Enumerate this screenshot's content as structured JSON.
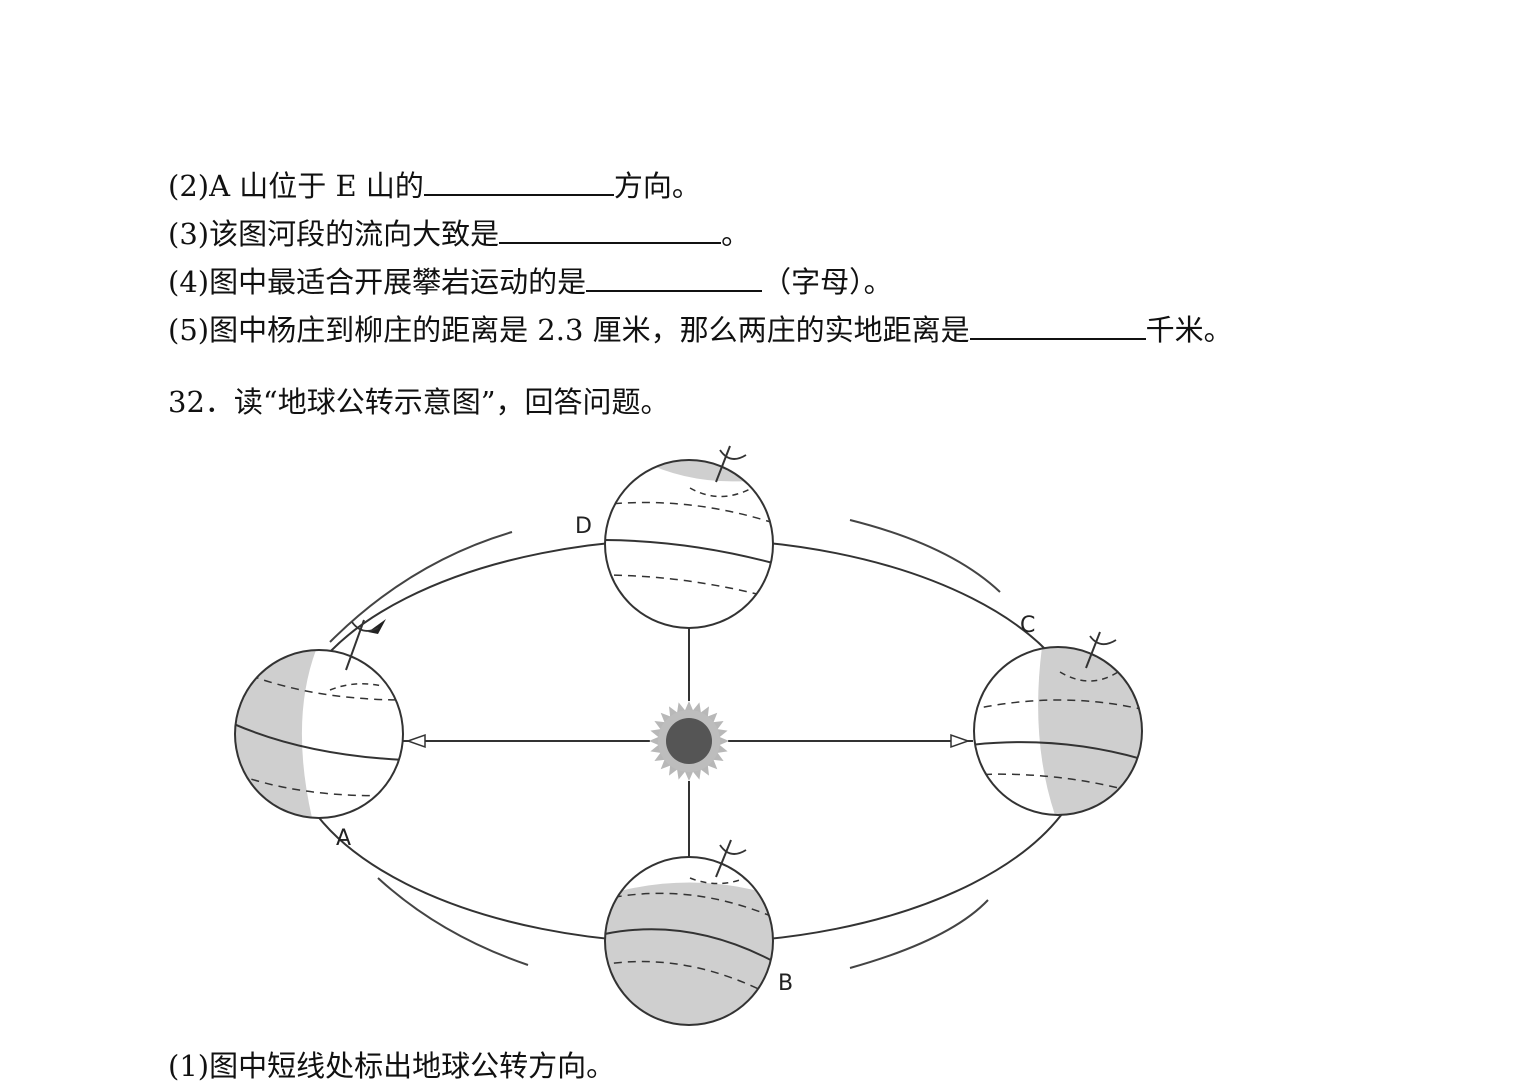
{
  "q31_items": [
    {
      "pre": "(2)A 山位于 E 山的",
      "post": "方向。"
    },
    {
      "pre": "(3)该图河段的流向大致是",
      "post": "。"
    },
    {
      "pre": "(4)图中最适合开展攀岩运动的是",
      "post": "（字母）。"
    },
    {
      "pre": "(5)图中杨庄到柳庄的距离是 2.3 厘米，那么两庄的实地距离是",
      "post": "千米。"
    }
  ],
  "q32": {
    "title": "32．读“地球公转示意图”，回答问题。",
    "diagram_labels": {
      "A": "A",
      "B": "B",
      "C": "C",
      "D": "D"
    },
    "sub1": "(1)图中短线处标出地球公转方向。"
  }
}
